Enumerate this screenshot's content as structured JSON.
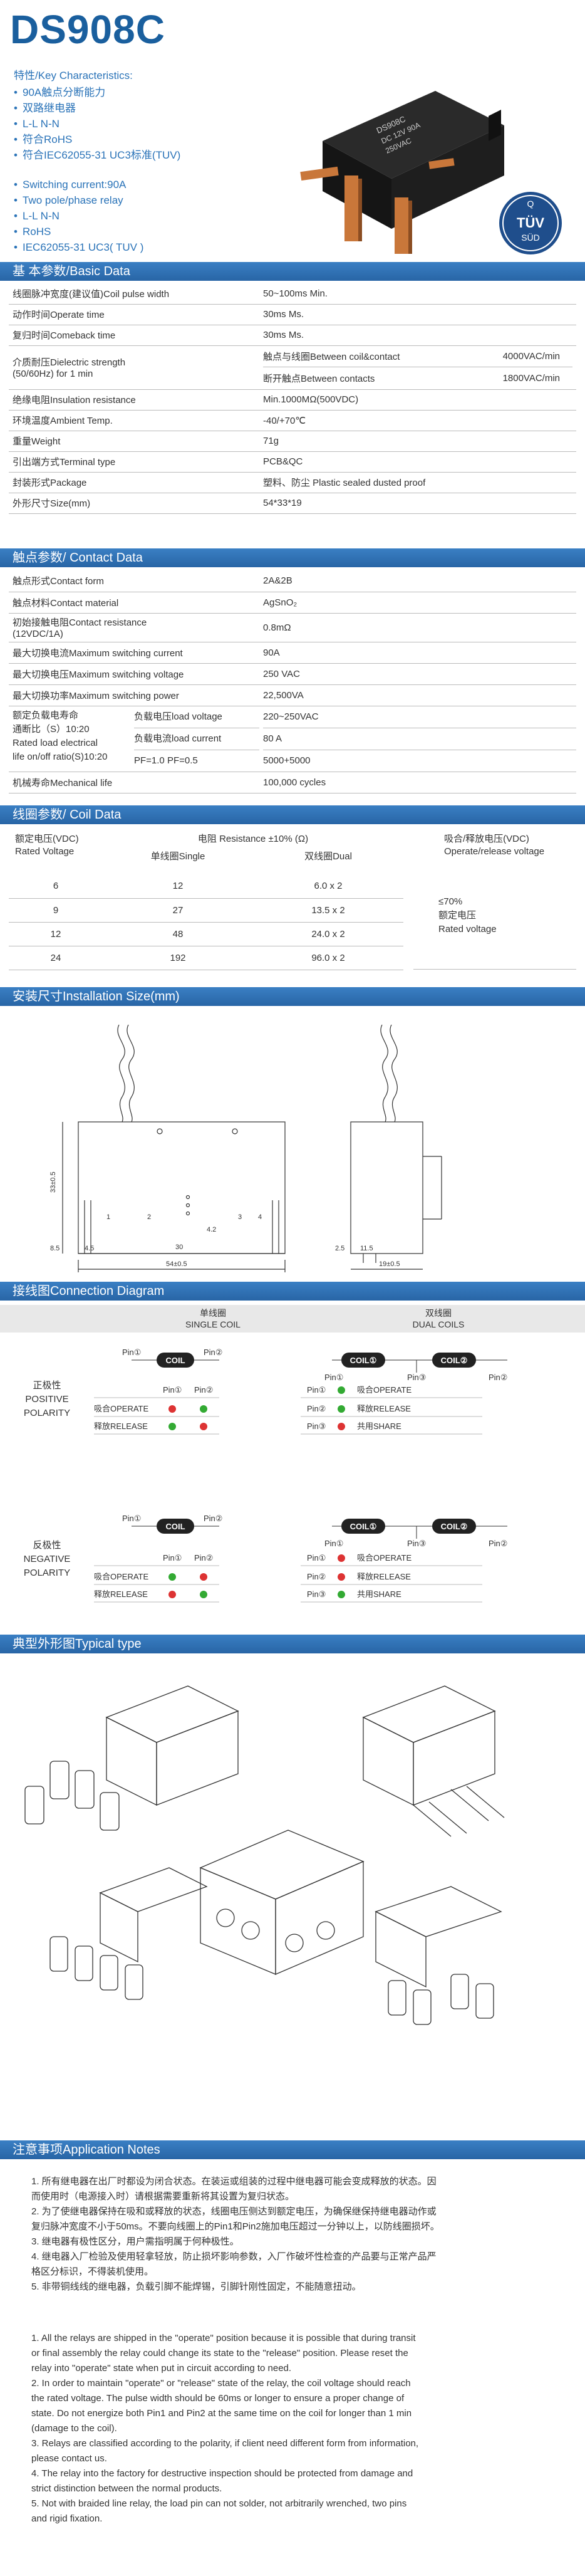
{
  "title": "DS908C",
  "features": {
    "caption": "特性/Key Characteristics:",
    "cn": [
      "90A触点分断能力",
      "双路继电器",
      "L-L N-N",
      "符合RoHS",
      "符合IEC62055-31 UC3标准(TUV)"
    ],
    "en": [
      "Switching current:90A",
      "Two pole/phase relay",
      "L-L N-N",
      "RoHS",
      "IEC62055-31 UC3( TUV )"
    ]
  },
  "product": {
    "marking": [
      "DS908C",
      "DC 12V 90A",
      "250VAC"
    ],
    "cert_top": "Q",
    "cert_mid": "TÜV",
    "cert_bottom": "SÜD"
  },
  "basic": {
    "header": "基 本参数/Basic Data",
    "rows": [
      {
        "k": "线圈脉冲宽度(建议值)Coil pulse width",
        "v": "50~100ms Min."
      },
      {
        "k": "动作时间Operate time",
        "v": "30ms Ms."
      },
      {
        "k": "复归时间Comeback time",
        "v": "30ms Ms."
      },
      {
        "k": "介质耐压Dielectric strength",
        "k2": "(50/60Hz) for 1 min",
        "v": "触点与线圈Between coil&contact",
        "v2": "4000VAC/min",
        "w": "断开触点Between contacts",
        "w2": "1800VAC/min"
      },
      {
        "k": "绝缘电阻Insulation resistance",
        "v": "Min.1000MΩ(500VDC)"
      },
      {
        "k": "环境温度Ambient Temp.",
        "v": "-40/+70℃"
      },
      {
        "k": "重量Weight",
        "v": "71g"
      },
      {
        "k": "引出端方式Terminal type",
        "v": "PCB&QC"
      },
      {
        "k": "封装形式Package",
        "v": "塑料、防尘  Plastic sealed dusted proof"
      },
      {
        "k": "外形尺寸Size(mm)",
        "v": "54*33*19"
      }
    ]
  },
  "contact": {
    "header": "触点参数/ Contact Data",
    "rows": [
      {
        "k": "触点形式Contact form",
        "v": "2A&2B"
      },
      {
        "k": "触点材料Contact material",
        "v": "AgSnO₂"
      },
      {
        "k": "初始接触电阻Contact resistance",
        "k2": "(12VDC/1A)",
        "v": "0.8mΩ"
      },
      {
        "k": "最大切换电流Maximum switching current",
        "v": "90A"
      },
      {
        "k": "最大切换电压Maximum switching voltage",
        "v": "250 VAC"
      },
      {
        "k": "最大切换功率Maximum switching power",
        "v": "22,500VA"
      }
    ],
    "life": {
      "l1": "额定负载电寿命",
      "l2": "通断比（S）10:20",
      "l3": "Rated load electrical",
      "l4": "life on/off ratio(S)10:20",
      "r1k": "负载电压load voltage",
      "r1v": "220~250VAC",
      "r2k": "负载电流load current",
      "r2v": "80 A",
      "r3k": "PF=1.0 PF=0.5",
      "r3v": "5000+5000"
    },
    "mech": {
      "k": "机械寿命Mechanical life",
      "v": "100,000 cycles"
    }
  },
  "coil": {
    "header": "线圈参数/ Coil  Data",
    "col1a": "额定电压(VDC)",
    "col1b": "Rated Voltage",
    "col2": "电阻 Resistance ±10% (Ω)",
    "col2a": "单线圈Single",
    "col2b": "双线圈Dual",
    "col3a": "吸合/释放电压(VDC)",
    "col3b": "Operate/release voltage",
    "rows": [
      {
        "v": "6",
        "s": "12",
        "d": "6.0 x 2"
      },
      {
        "v": "9",
        "s": "27",
        "d": "13.5 x 2"
      },
      {
        "v": "12",
        "s": "48",
        "d": "24.0 x 2"
      },
      {
        "v": "24",
        "s": "192",
        "d": "96.0 x 2"
      }
    ],
    "note1": "≤70%",
    "note2": "额定电压",
    "note3": "Rated voltage"
  },
  "install": {
    "header": "安装尺寸Installation Size(mm)",
    "dims": {
      "w": "54±0.5",
      "p1": "4.5",
      "p2": "30",
      "p3": "4.2",
      "h": "33±0.5",
      "h2": "8.5",
      "sw": "19±0.5",
      "s1": "2.5",
      "s2": "11.5"
    },
    "pins": [
      "1",
      "2",
      "3",
      "4"
    ]
  },
  "connection": {
    "header": "接线图Connection Diagram",
    "single_cn": "单线圈",
    "single_en": "SINGLE COIL",
    "dual_cn": "双线圈",
    "dual_en": "DUAL COILS",
    "pos_cn": "正极性",
    "pos_en1": "POSITIVE",
    "pos_en2": "POLARITY",
    "neg_cn": "反极性",
    "neg_en1": "NEGATIVE",
    "neg_en2": "POLARITY",
    "coil": "COIL",
    "coil1": "COIL①",
    "coil2": "COIL②",
    "pin1": "Pin①",
    "pin2": "Pin②",
    "pin3": "Pin③",
    "operate": "吸合OPERATE",
    "release": "释放RELEASE",
    "share": "共用SHARE"
  },
  "typical": {
    "header": "典型外形图Typical type"
  },
  "notes": {
    "header": "注意事项Application Notes",
    "cn": [
      "1. 所有继电器在出厂时都设为闭合状态。在装运或组装的过程中继电器可能会变成释放的状态。因",
      "    而使用时（电源接入时）请根据需要重新将其设置为复归状态。",
      "2. 为了使继电器保持在吸和或释放的状态，线圈电压侧达到额定电压，为确保继保持继电器动作或",
      "    复归脉冲宽度不小于50ms。不要向线圈上的Pin1和Pin2施加电压超过一分钟以上，以防线圈损坏。",
      "3. 继电器有极性区分，用户需指明属于何种极性。",
      "4. 继电器入厂检验及使用轻拿轻放，防止损坏影响参数，入厂作破坏性检查的产品要与正常产品严",
      "    格区分标识，不得装机使用。",
      "5. 非带铜线线的继电器，负载引脚不能焊锡，引脚针刚性固定，不能随意扭动。"
    ],
    "en": [
      "1. All the relays are shipped in the \"operate\" position because it is possible that during transit",
      "    or  final assembly the relay could change its state to the \"release\" position. Please reset the",
      "    relay into  \"operate\"  state when put in circuit according to need.",
      "2. In order to maintain \"operate\" or \"release\" state of the relay, the coil voltage should reach",
      "    the rated voltage. The pulse width should be 60ms or longer to ensure a proper change of",
      "    state. Do not energize both Pin1 and Pin2 at the same time on the coil for longer than 1 min",
      "    (damage to the coil).",
      "3. Relays are classified according to the polarity, if client need different form from information,",
      "    please contact us.",
      "4. The relay into the factory for destructive inspection should be protected from damage and",
      "    strict distinction between the normal products.",
      "5. Not with braided line relay, the load pin can not solder, not arbitrarily wrenched, two pins",
      "    and rigid fixation."
    ]
  }
}
